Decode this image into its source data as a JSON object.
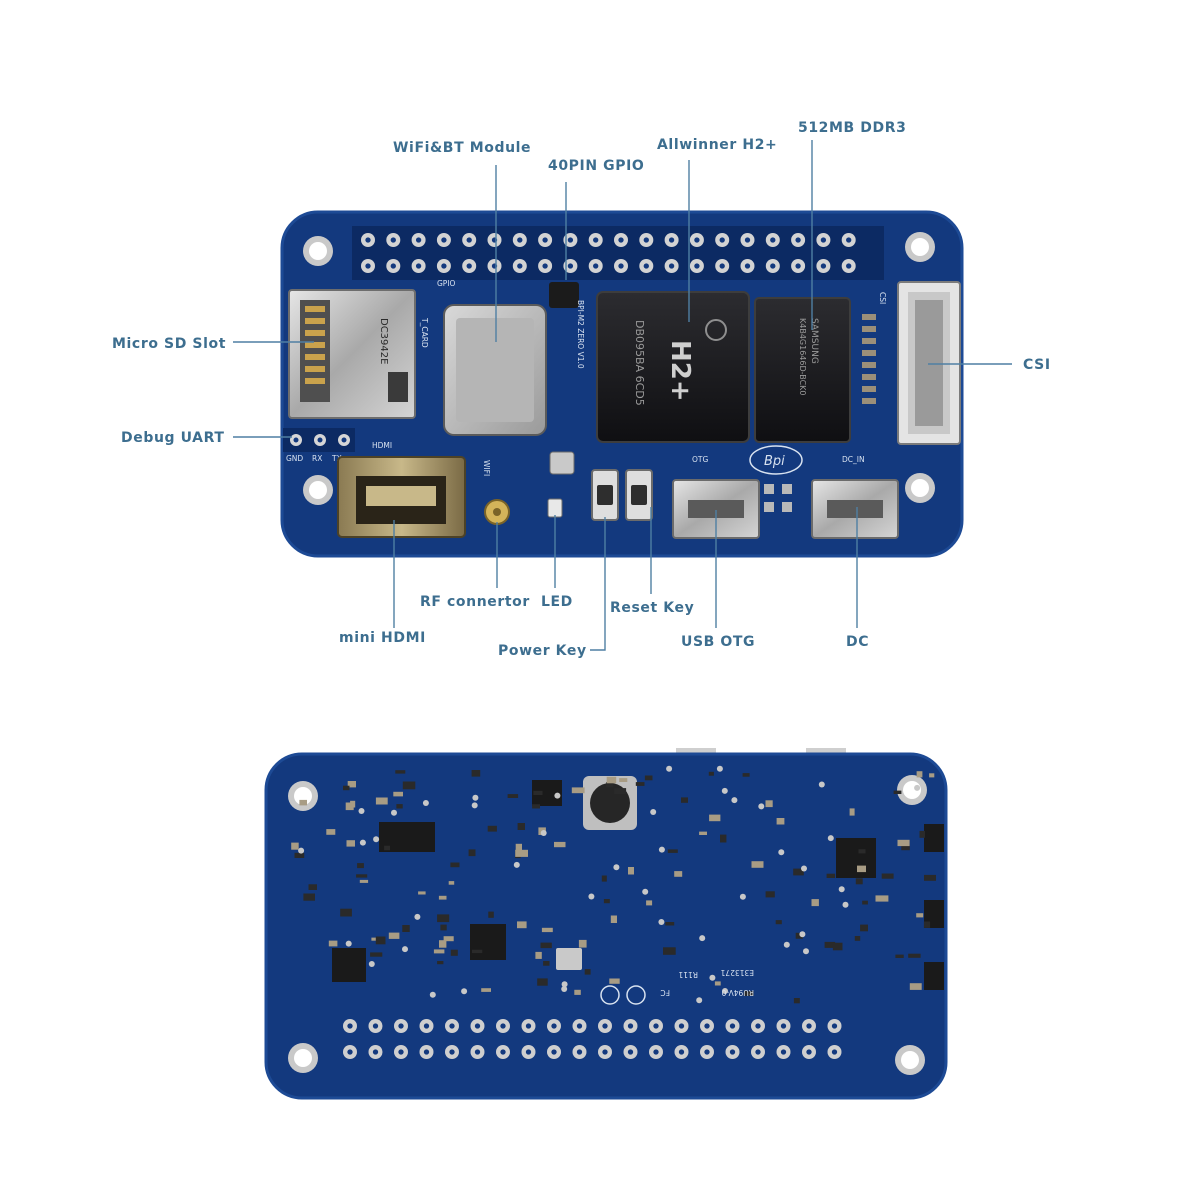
{
  "callouts": {
    "wifi_bt": "WiFi&BT Module",
    "gpio": "40PIN GPIO",
    "soc": "Allwinner H2+",
    "ram": "512MB DDR3",
    "microsd": "Micro SD Slot",
    "csi": "CSI",
    "debug_uart": "Debug UART",
    "rf_connector": "RF connertor",
    "led": "LED",
    "reset_key": "Reset Key",
    "mini_hdmi": "mini HDMI",
    "power_key": "Power Key",
    "usb_otg": "USB OTG",
    "dc": "DC"
  },
  "silkscreen": {
    "gpio": "GPIO",
    "csi": "CSI",
    "tcard": "T_CARD",
    "hdmi": "HDMI",
    "gnd": "GND",
    "rx": "RX",
    "tx": "TX",
    "wifi": "WIFI",
    "otg": "OTG",
    "dc_in": "DC_IN",
    "board": "BPI-M2 ZERO V1.0",
    "brand": "Bpi",
    "soc_mark": "H2+",
    "soc_code": "DB095BA 6CD5",
    "ram_brand": "SAMSUNG",
    "ram_code": "K4B4G1646D-BCK0",
    "sd_code": "DC3942E",
    "back_code_1": "FC",
    "back_code_2": "RU94V-0",
    "back_code_3": "E313271",
    "back_code_4": "R111"
  },
  "colors": {
    "pcb": "#13397e",
    "pcb_dark": "#0c2a63",
    "pcb_edge": "#1d4a95",
    "callout_text": "#3d6e8f",
    "leader_line": "#4f7fa3",
    "gold_pad": "#c9a24c"
  },
  "icons": [
    "banana-pi-logo-icon",
    "ce-mark-icon",
    "fcc-mark-icon",
    "recycle-icon"
  ]
}
